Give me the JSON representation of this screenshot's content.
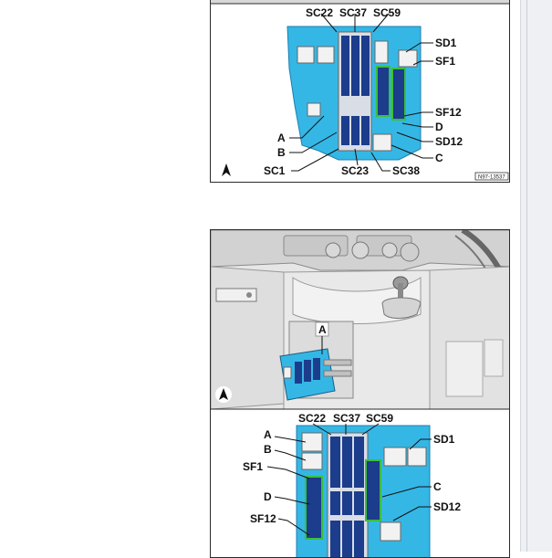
{
  "figure_1": {
    "labels": {
      "sc22": "SC22",
      "sc37": "SC37",
      "sc59": "SC59",
      "sd1": "SD1",
      "sf1": "SF1",
      "sf12": "SF12",
      "d": "D",
      "sd12": "SD12",
      "c": "C",
      "a": "A",
      "b": "B",
      "sc1": "SC1",
      "sc23": "SC23",
      "sc38": "SC38"
    },
    "code": "N97-13537"
  },
  "figure_2": {
    "location_label": "A",
    "labels": {
      "sc22": "SC22",
      "sc37": "SC37",
      "sc59": "SC59",
      "a": "A",
      "b": "B",
      "sd1": "SD1",
      "sf1": "SF1",
      "c": "C",
      "d": "D",
      "sd12": "SD12",
      "sf12": "SF12"
    }
  },
  "colors": {
    "fuse_box_cyan": "#35b7e5",
    "fuse_dark_blue": "#1c3c8c",
    "relay_green": "#3bbf3b",
    "console_gray": "#dcdcdc"
  },
  "icons": [
    "north-arrow-icon"
  ]
}
